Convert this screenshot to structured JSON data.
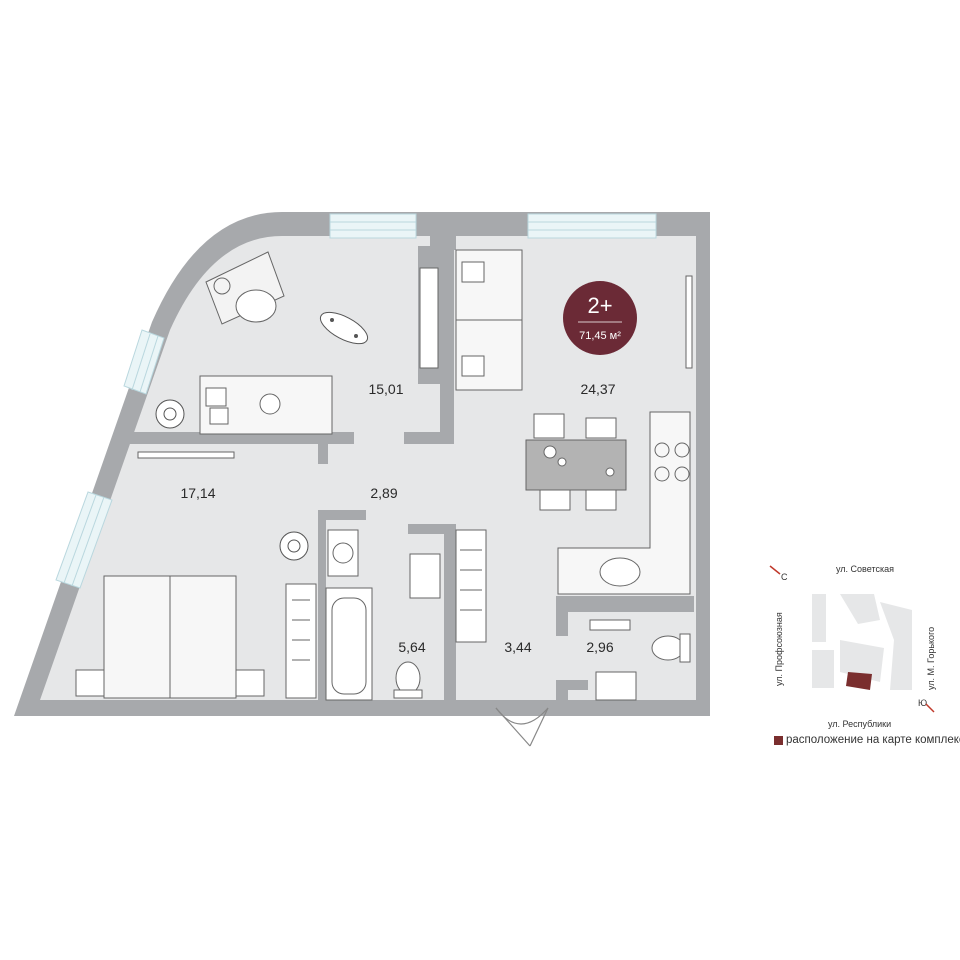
{
  "apartment": {
    "rooms_label": "2+",
    "area_label": "71,45 м²",
    "accent_color": "#6b2a36"
  },
  "rooms": {
    "bedroom_top": "15,01",
    "bedroom_left": "17,14",
    "hall": "2,89",
    "living": "24,37",
    "bathroom": "5,64",
    "corridor": "3,44",
    "wc": "2,96"
  },
  "map": {
    "north": "С",
    "south": "Ю",
    "street_top": "ул. Советская",
    "street_bottom": "ул. Республики",
    "street_left": "ул. Профсоюзная",
    "street_right": "ул. М. Горького",
    "legend": "расположение на карте комплекса",
    "marker_color": "#7a2e2e"
  },
  "colors": {
    "floor": "#e6e7e8",
    "wall": "#a7a9ac",
    "window": "#dbeef2"
  }
}
